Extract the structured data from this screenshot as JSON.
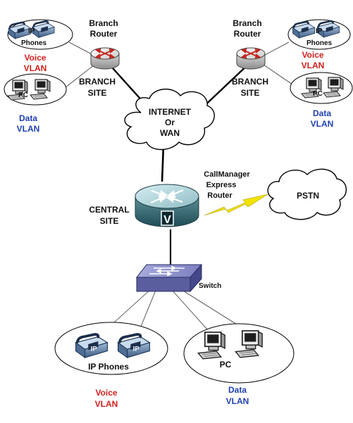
{
  "branch_left": {
    "router_label": [
      "Branch",
      "Router"
    ],
    "site_label": [
      "BRANCH",
      "SITE"
    ],
    "phones_label": [
      "IP",
      "Phones"
    ],
    "voice_label": [
      "Voice",
      "VLAN"
    ],
    "pc_label": "PC",
    "data_label": [
      "Data",
      "VLAN"
    ]
  },
  "branch_right": {
    "router_label": [
      "Branch",
      "Router"
    ],
    "site_label": [
      "BRANCH",
      "SITE"
    ],
    "phones_label": [
      "IP",
      "Phones"
    ],
    "voice_label": [
      "Voice",
      "VLAN"
    ],
    "pc_label": "PC",
    "data_label": [
      "Data",
      "VLAN"
    ]
  },
  "wan": {
    "label": [
      "INTERNET",
      "Or",
      "WAN"
    ]
  },
  "central": {
    "router_label": [
      "CallManager",
      "Express",
      "Router"
    ],
    "site_label": [
      "CENTRAL",
      "SITE"
    ],
    "router_badge": "V"
  },
  "pstn": {
    "label": "PSTN"
  },
  "switch": {
    "label": "Switch"
  },
  "bottom": {
    "phones_label": "IP Phones",
    "voice_label": [
      "Voice",
      "VLAN"
    ],
    "pc_label": "PC",
    "data_label": [
      "Data",
      "VLAN"
    ],
    "phone_badge": "IP"
  },
  "colors": {
    "voice": "#d0201c",
    "data": "#1f3fb0",
    "router_top": "#b9dde3",
    "switch_top": "#8f93cc",
    "lightning": "#f2e200"
  }
}
